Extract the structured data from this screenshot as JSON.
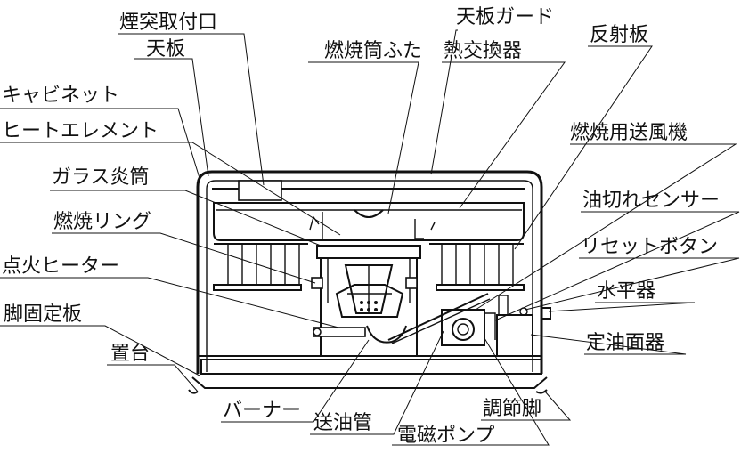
{
  "labels": {
    "chimney_port": "煙突取付口",
    "top_panel_guard": "天板ガード",
    "top_panel": "天板",
    "combustion_cylinder_lid": "燃焼筒ふた",
    "heat_exchanger": "熱交換器",
    "reflector": "反射板",
    "cabinet": "キャビネット",
    "heat_element": "ヒートエレメント",
    "combustion_blower": "燃焼用送風機",
    "glass_flame_cylinder": "ガラス炎筒",
    "oil_out_sensor": "油切れセンサー",
    "combustion_ring": "燃焼リング",
    "reset_button": "リセットボタン",
    "ignition_heater": "点火ヒーター",
    "level_gauge": "水平器",
    "leg_fixing_plate": "脚固定板",
    "constant_level_device": "定油面器",
    "stand": "置台",
    "burner": "バーナー",
    "oil_feed_pipe": "送油管",
    "adjusting_leg": "調節脚",
    "solenoid_pump": "電磁ポンプ"
  }
}
